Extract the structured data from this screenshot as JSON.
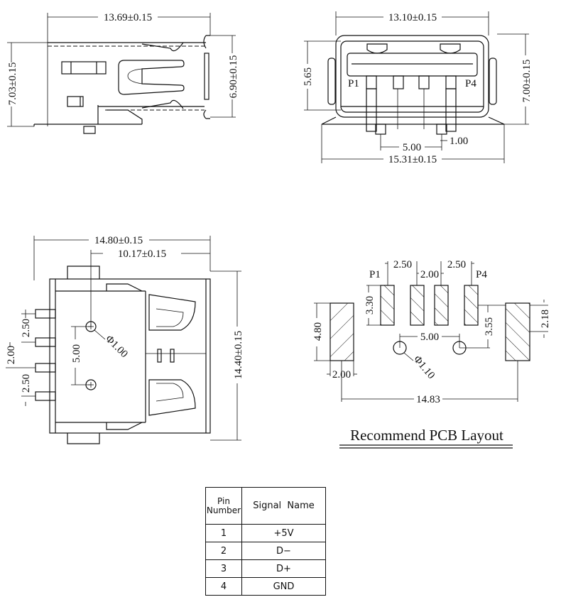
{
  "side_view": {
    "width": "13.69±0.15",
    "height_left": "7.03±0.15",
    "height_right": "6.90±0.15"
  },
  "front_view": {
    "width_top": "13.10±0.15",
    "height_left": "5.65",
    "height_right": "7.00±0.15",
    "pin1": "P1",
    "pin4": "P4",
    "post_spacing": "5.00",
    "pin_width": "1.00",
    "width_bottom": "15.31±0.15"
  },
  "top_view": {
    "length": "14.80±0.15",
    "post_offset": "10.17±0.15",
    "width": "14.40±0.15",
    "pitch_a": "2.50",
    "pitch_b": "2.00",
    "pitch_c": "2.50",
    "post_spacing": "5.00",
    "post_diameter": "Φ1.00"
  },
  "pcb_layout": {
    "title": "Recommend PCB Layout",
    "pitch_a": "2.50",
    "pitch_b": "2.00",
    "pitch_c": "2.50",
    "pin1": "P1",
    "pin4": "P4",
    "pad_length": "3.30",
    "big_pad_length": "4.80",
    "offset_355": "3.55",
    "offset_218": "2.18",
    "hole_spacing": "5.00",
    "hole_diameter": "Φ1.10",
    "big_pad_width": "2.00",
    "big_pad_spacing": "14.83"
  },
  "pin_table": {
    "header_pin_line1": "Pin",
    "header_pin_line2": "Number",
    "header_signal": "Signal  Name",
    "rows": [
      {
        "pin": "1",
        "signal": "+5V"
      },
      {
        "pin": "2",
        "signal": "D−"
      },
      {
        "pin": "3",
        "signal": "D+"
      },
      {
        "pin": "4",
        "signal": "GND"
      }
    ]
  }
}
